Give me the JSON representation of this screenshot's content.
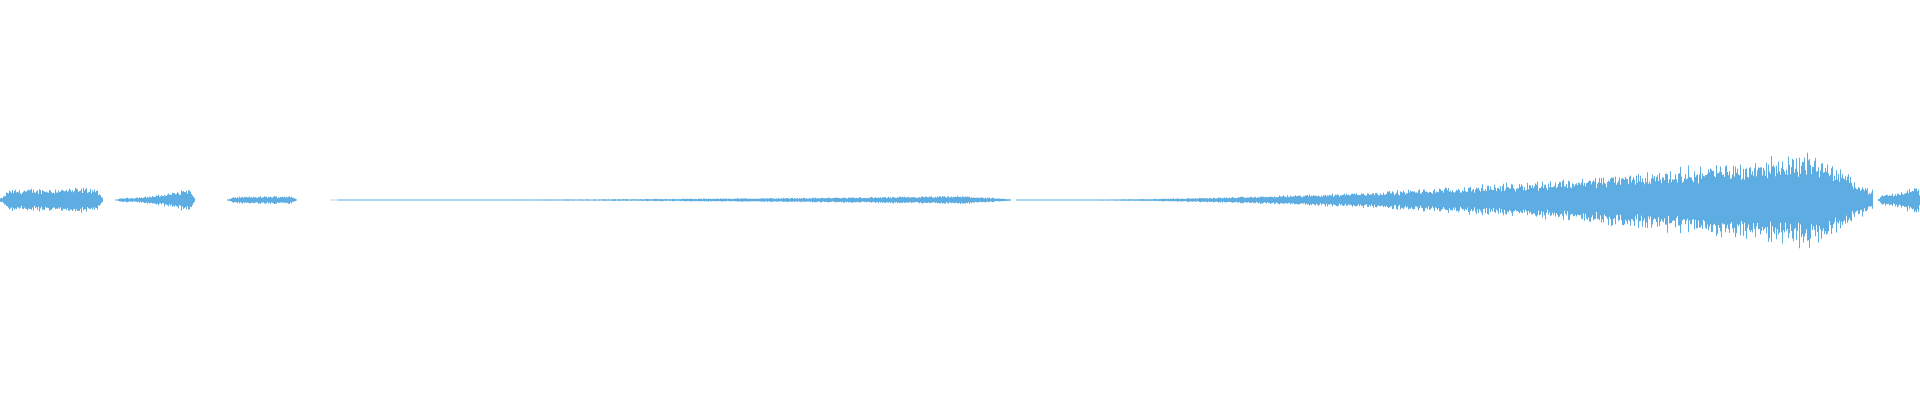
{
  "waveform": {
    "color": "#5dade2",
    "background": "#ffffff",
    "duration_fraction_note": "",
    "segments": [
      {
        "start": 0.0,
        "end": 0.053,
        "amp_start": 0.1,
        "amp_end": 0.12,
        "shape": "swell"
      },
      {
        "start": 0.06,
        "end": 0.101,
        "amp_start": 0.02,
        "amp_end": 0.13,
        "shape": "rise"
      },
      {
        "start": 0.118,
        "end": 0.154,
        "amp_start": 0.03,
        "amp_end": 0.04,
        "shape": "flat"
      },
      {
        "start": 0.176,
        "end": 0.526,
        "amp_start": 0.003,
        "amp_end": 0.045,
        "shape": "rise"
      },
      {
        "start": 0.529,
        "end": 0.975,
        "amp_start": 0.003,
        "amp_end": 0.52,
        "shape": "rise"
      },
      {
        "start": 0.978,
        "end": 1.0,
        "amp_start": 0.05,
        "amp_end": 0.16,
        "shape": "rise"
      }
    ]
  }
}
